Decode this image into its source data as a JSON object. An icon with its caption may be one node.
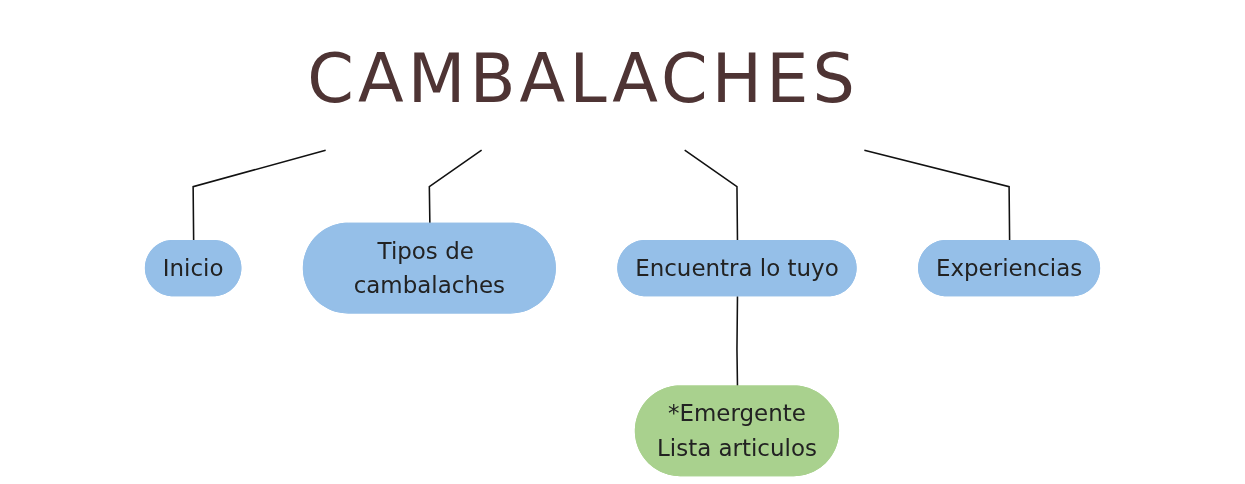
{
  "diagram": {
    "nodes": [
      {
        "text": [
          "CAMBALACHES"
        ]
      },
      {
        "text": [
          "Inicio"
        ]
      },
      {
        "text": [
          "Tipos de cambalaches"
        ]
      },
      {
        "text": [
          "Encuentra lo tuyo"
        ]
      },
      {
        "text": [
          "Experiencias"
        ]
      },
      {
        "text": [
          "*Emergente",
          "Lista articulos"
        ]
      }
    ],
    "edges": [
      {
        "from": 0,
        "to": 1,
        "arrow": "none"
      },
      {
        "from": 0,
        "to": 2,
        "arrow": "none"
      },
      {
        "from": 0,
        "to": 3,
        "arrow": "none"
      },
      {
        "from": 0,
        "to": 4,
        "arrow": "none"
      },
      {
        "from": 3,
        "to": 5,
        "arrow": "none"
      }
    ]
  }
}
